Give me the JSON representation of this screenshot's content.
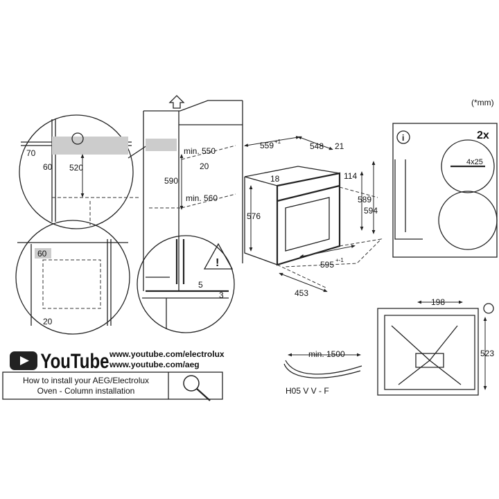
{
  "unit_note": "(*mm)",
  "quantity": "2x",
  "screw_label": "4x25",
  "cable": {
    "min_length": "min. 1500",
    "type": "H05 V V - F"
  },
  "cabinet": {
    "min_depth": "min. 550",
    "dim_20": "20",
    "dim_590": "590",
    "min_width": "min. 560"
  },
  "detail_top": {
    "dim_70": "70",
    "dim_60": "60",
    "dim_520": "520"
  },
  "detail_side": {
    "dim_60": "60",
    "dim_20": "20"
  },
  "detail_bottom": {
    "dim_5": "5",
    "dim_3": "3"
  },
  "oven": {
    "d559": "559",
    "d559_tol": "+1",
    "d548": "548",
    "d21": "21",
    "d18": "18",
    "d114": "114",
    "d576": "576",
    "d589": "589",
    "d594": "594",
    "d595": "595",
    "d595_tol": "+-1",
    "d453": "453"
  },
  "top_view": {
    "d198": "198",
    "d523": "523"
  },
  "youtube": {
    "logo": "YouTube",
    "url1": "www.youtube.com/electrolux",
    "url2": "www.youtube.com/aeg"
  },
  "install_box": {
    "line1": "How to install your AEG/Electrolux",
    "line2": "Oven - Column installation"
  }
}
